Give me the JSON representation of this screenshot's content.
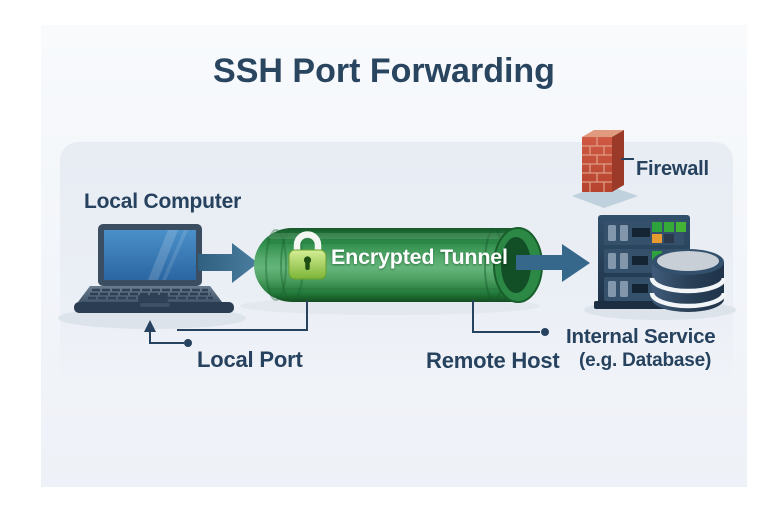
{
  "title": "SSH Port Forwarding",
  "diagram": {
    "nodes": {
      "local_computer": {
        "label": "Local Computer",
        "icon": "laptop-icon"
      },
      "encrypted_tunnel": {
        "label": "Encrypted Tunnel",
        "icon": "lock-icon"
      },
      "firewall": {
        "label": "Firewall",
        "icon": "brick-wall-icon"
      },
      "internal_service": {
        "label": "Internal Service",
        "sublabel": "(e.g. Database)",
        "icon": "server-database-icon"
      }
    },
    "annotations": {
      "local_port": {
        "label": "Local Port"
      },
      "remote_host": {
        "label": "Remote Host"
      }
    },
    "arrows": [
      {
        "from": "local-computer",
        "to": "encrypted-tunnel"
      },
      {
        "from": "encrypted-tunnel",
        "to": "internal-service"
      }
    ],
    "colors": {
      "text_navy": "#26425e",
      "arrow_blue": "#36688c",
      "tunnel_green": "#2e8d4b",
      "lock_lime": "#9ccb4e",
      "brick_red": "#c65140",
      "server_navy": "#24415c",
      "panel_bg": "#e9edf4",
      "card_bg": "#f3f6fa"
    }
  }
}
